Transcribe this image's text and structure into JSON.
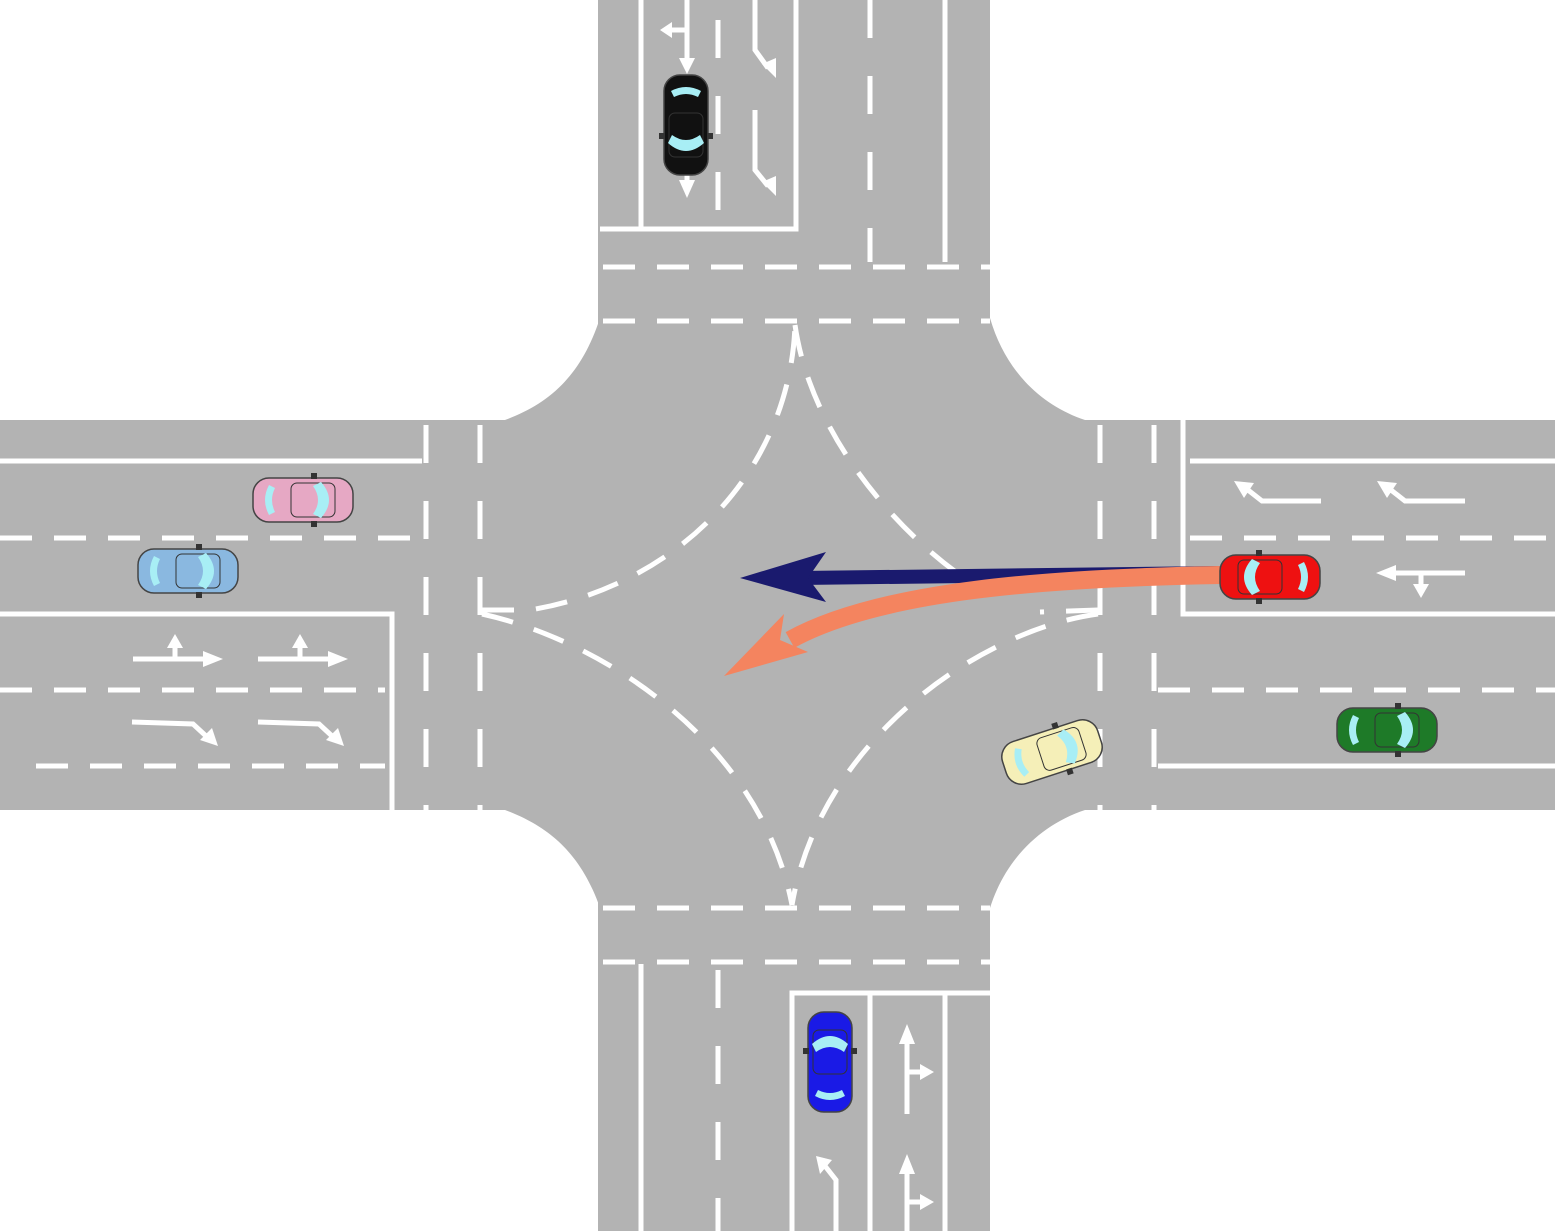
{
  "diagram": {
    "subject": "four-way-intersection",
    "colors": {
      "road": "#b3b3b3",
      "marking": "#ffffff",
      "straight_path": "#1a1a6e",
      "left_turn_path": "#f4845f"
    },
    "vehicles": [
      {
        "id": "black-car",
        "color": "#111111",
        "heading": "south"
      },
      {
        "id": "pink-car",
        "color": "#e6a8c4",
        "heading": "east"
      },
      {
        "id": "light-blue-car",
        "color": "#8ab8e0",
        "heading": "east"
      },
      {
        "id": "red-car",
        "color": "#ee1111",
        "heading": "west"
      },
      {
        "id": "green-car",
        "color": "#1e7a28",
        "heading": "east"
      },
      {
        "id": "cream-car",
        "color": "#f5efb8",
        "heading": "northeast"
      },
      {
        "id": "blue-car",
        "color": "#1a1ae6",
        "heading": "north"
      }
    ],
    "paths": [
      {
        "id": "straight-path",
        "color": "#1a1a6e",
        "meaning": "straight"
      },
      {
        "id": "left-turn-path",
        "color": "#f4845f",
        "meaning": "left-turn"
      }
    ]
  }
}
